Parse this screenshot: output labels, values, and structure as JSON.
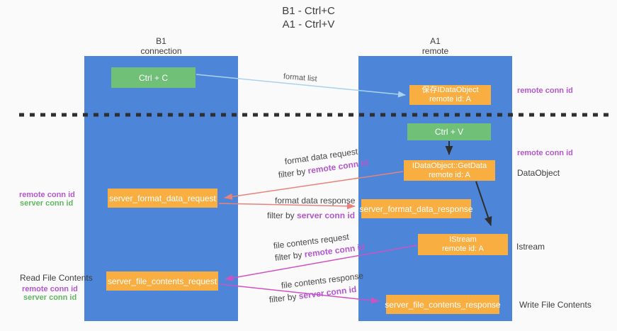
{
  "title": {
    "line1": "B1 - Ctrl+C",
    "line2": "A1 - Ctrl+V"
  },
  "columns": {
    "left": {
      "name": "B1",
      "role": "connection"
    },
    "right": {
      "name": "A1",
      "role": "remote"
    }
  },
  "boxes": {
    "ctrl_c": "Ctrl + C",
    "ctrl_v": "Ctrl + V",
    "save_idataobject": {
      "line1": "保存IDataObject",
      "line2": "remote id: A"
    },
    "getdata": {
      "line1": "IDataObject::GetData",
      "line2": "remote id: A"
    },
    "istream": {
      "line1": "IStream",
      "line2": "remote id: A"
    },
    "server_format_data_request": "server_format_data_request",
    "server_format_data_response": "server_format_data_response",
    "server_file_contents_request": "server_file_contents_request",
    "server_file_contents_response": "server_file_contents_response"
  },
  "arrow_labels": {
    "format_list": "format list",
    "format_request": "format data request",
    "format_request_filter_prefix": "filter by ",
    "format_request_filter_key": "remote conn id",
    "format_response": "format data response",
    "format_response_filter_prefix": "filter by ",
    "format_response_filter_key": "server conn id",
    "file_request": "file contents request",
    "file_request_filter_prefix": "filter by ",
    "file_request_filter_key": "remote conn id",
    "file_response": "file contents response",
    "file_response_filter_prefix": "filter by ",
    "file_response_filter_key": "server conn id"
  },
  "side_labels": {
    "left": {
      "format_remote": "remote conn id",
      "format_server": "server conn id",
      "read_file": "Read File Contents",
      "file_remote": "remote conn id",
      "file_server": "server conn id"
    },
    "right": {
      "save_remote": "remote conn id",
      "getdata_remote": "remote conn id",
      "dataobject": "DataObject",
      "istream": "Istream",
      "write_file": "Write File Contents"
    }
  },
  "colors": {
    "column_blue": "#4d86d8",
    "box_green": "#71c078",
    "box_orange": "#f9ae42",
    "label_purple": "#b457cd",
    "label_green": "#5eb75e",
    "arrow_red": "#e8827b",
    "arrow_magenta": "#cf52c3",
    "arrow_light_blue": "#a9d2f0",
    "arrow_black": "#2f2f2f"
  }
}
